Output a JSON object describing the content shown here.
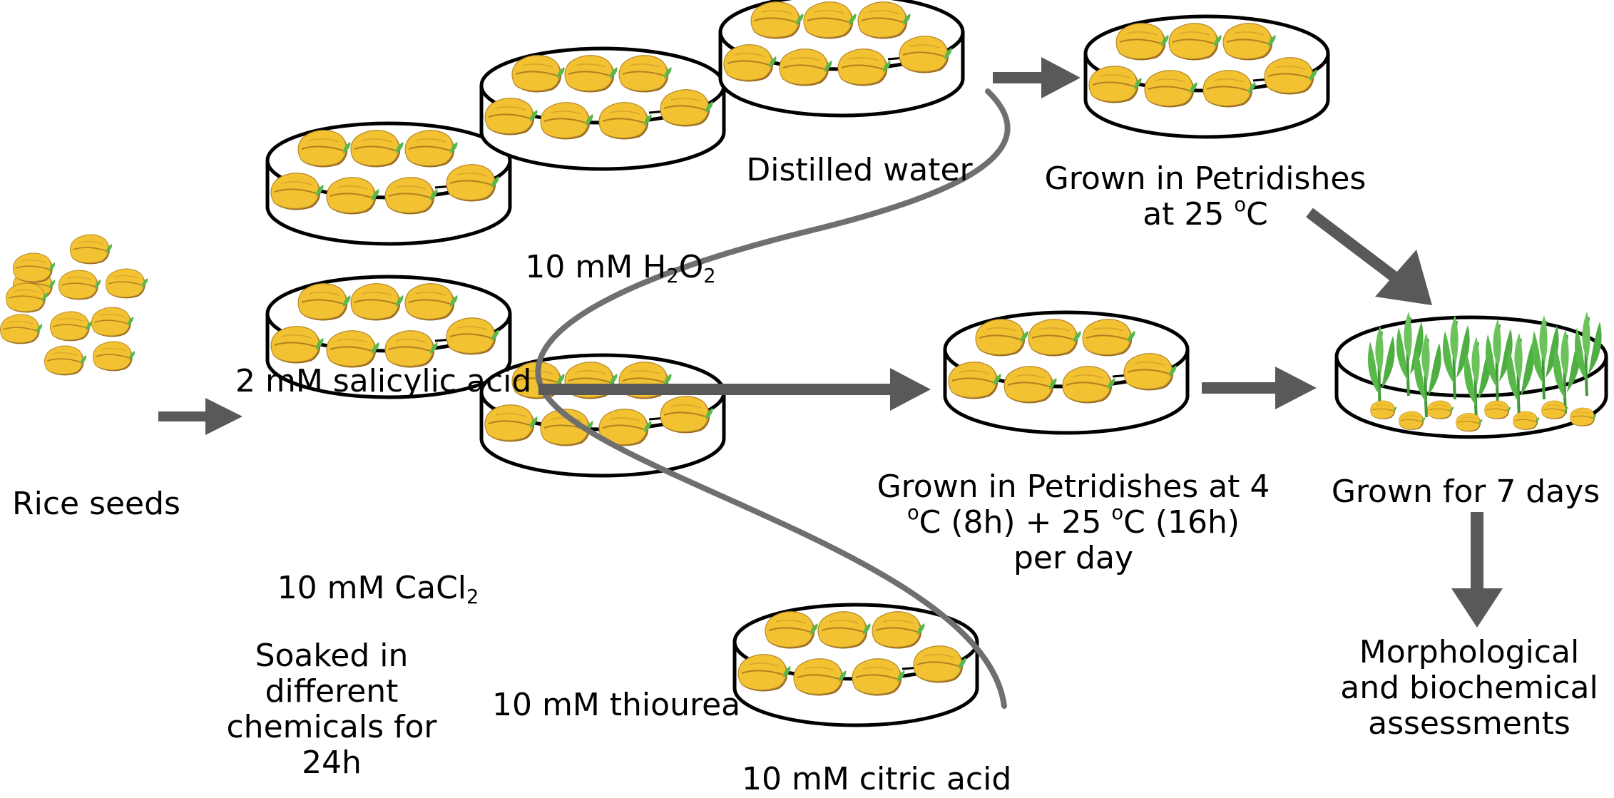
{
  "labels": {
    "rice_seeds": "Rice seeds",
    "salicylic": "2 mM salicylic acid",
    "h2o2_prefix": "10 mM H",
    "h2o2_sub1": "2",
    "h2o2_mid": "O",
    "h2o2_sub2": "2",
    "distilled": "Distilled water",
    "cacl2_prefix": "10 mM CaCl",
    "cacl2_sub": "2",
    "thiourea": "10 mM thiourea",
    "citric": "10 mM citric acid",
    "soaked": "Soaked in different chemicals for 24h",
    "grown25_line1": "Grown in Petridishes",
    "grown25_line2_prefix": "at 25 ",
    "grown25_sup": "o",
    "grown25_unit": "C",
    "cold_line1": "Grown in Petridishes at 4",
    "cold_sup1": "o",
    "cold_mid": "C (8h) + 25 ",
    "cold_sup2": "o",
    "cold_end": "C (16h)",
    "cold_line3": "per day",
    "grown7": "Grown for 7 days",
    "assess_line1": "Morphological",
    "assess_line2": "and biochemical",
    "assess_line3": "assessments"
  },
  "colors": {
    "seed_fill": "#f2c232",
    "seed_edge": "#9a6a1e",
    "sprout": "#58b84a",
    "arrow": "#595959",
    "curve": "#6f6f6f",
    "dish_stroke": "#000000"
  }
}
